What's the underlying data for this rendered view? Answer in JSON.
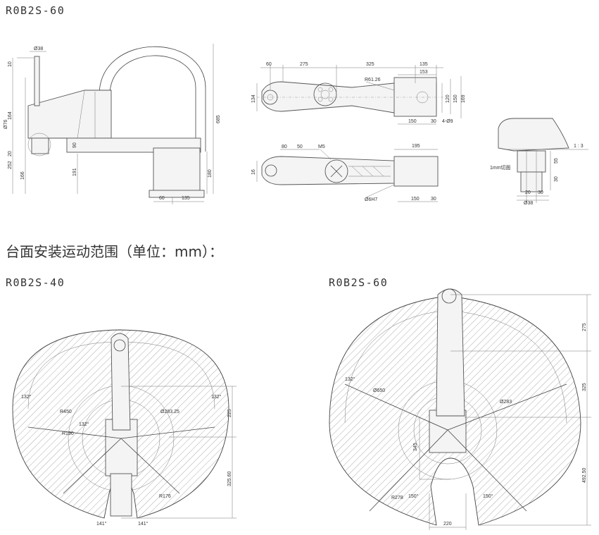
{
  "headings": {
    "top_model": "R0B2S-60",
    "range_title": "台面安装运动范围（单位：mm）：",
    "left_model": "R0B2S-40",
    "right_model": "R0B2S-60"
  },
  "side_view": {
    "dims": [
      "Ø38",
      "10",
      "164",
      "Ø76",
      "252",
      "20",
      "166",
      "191",
      "90",
      "180",
      "685",
      "60",
      "135"
    ]
  },
  "top_view": {
    "dims": [
      "60",
      "275",
      "325",
      "135",
      "153",
      "R61.26",
      "134",
      "120",
      "150",
      "169",
      "150",
      "30",
      "4-Ø9"
    ]
  },
  "front_view": {
    "dims": [
      "80",
      "50",
      "M5",
      "195",
      "16",
      "Ø6H7",
      "150",
      "30"
    ]
  },
  "detail_view": {
    "scale": "1 : 3",
    "label": "1mm切面",
    "dims": [
      "55",
      "30",
      "20",
      "30",
      "Ø38"
    ]
  },
  "range_40": {
    "dims": [
      "132°",
      "132°",
      "R450",
      "R190",
      "132°",
      "Ø283.25",
      "225",
      "325.60",
      "R176",
      "141°",
      "141°"
    ]
  },
  "range_60": {
    "dims": [
      "275",
      "132°",
      "Ø650",
      "Ø283",
      "325",
      "345",
      "492.50",
      "R278",
      "150°",
      "150°",
      "220"
    ]
  }
}
